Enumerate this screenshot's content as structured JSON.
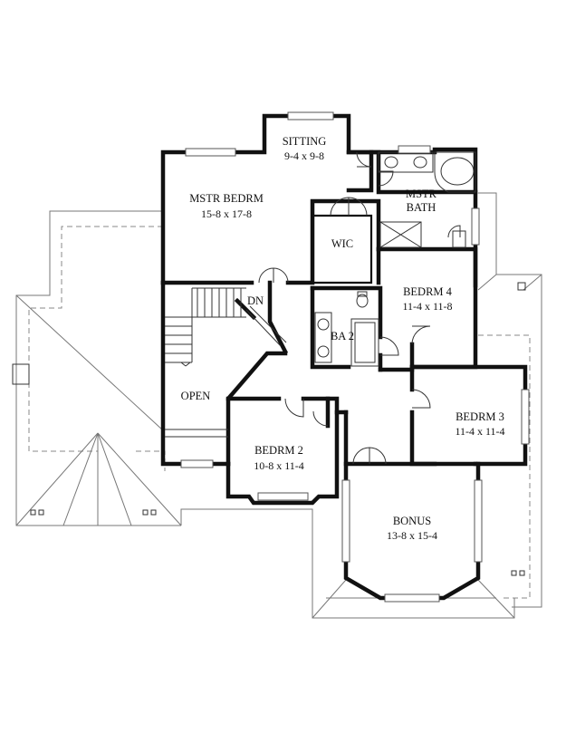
{
  "rooms": {
    "sitting": {
      "name": "SITTING",
      "dims": "9-4 x 9-8"
    },
    "master_bedroom": {
      "name": "MSTR BEDRM",
      "dims": "15-8 x 17-8"
    },
    "master_bath": {
      "name_line1": "MSTR",
      "name_line2": "BATH"
    },
    "wic": {
      "name": "WIC"
    },
    "bedroom4": {
      "name": "BEDRM 4",
      "dims": "11-4 x 11-8"
    },
    "bath2": {
      "name": "BA 2"
    },
    "stair": {
      "label": "DN"
    },
    "open": {
      "name": "OPEN"
    },
    "bedroom3": {
      "name": "BEDRM 3",
      "dims": "11-4 x 11-4"
    },
    "bedroom2": {
      "name": "BEDRM 2",
      "dims": "10-8 x 11-4"
    },
    "bonus": {
      "name": "BONUS",
      "dims": "13-8 x 15-4"
    }
  }
}
